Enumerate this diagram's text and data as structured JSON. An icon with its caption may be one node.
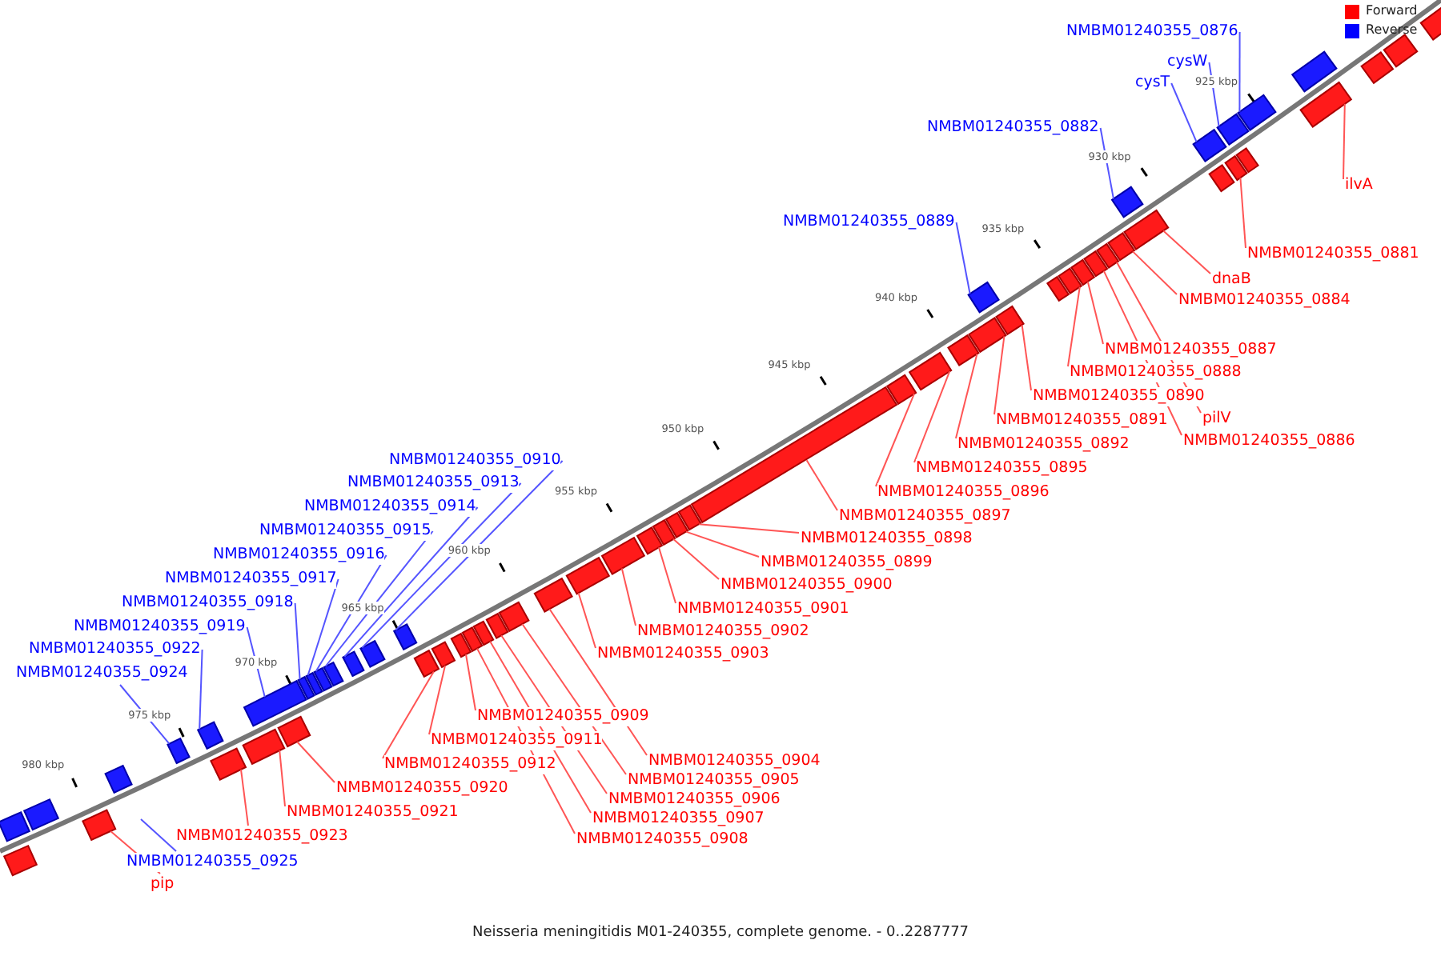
{
  "diagram": {
    "caption": "Neisseria meningitidis M01-240355, complete genome. - 0..2287777",
    "nodes": [
      {
        "text": [
          "NMBM01240355_0876"
        ]
      },
      {
        "text": [
          "cysW"
        ]
      },
      {
        "text": [
          "cysT"
        ]
      },
      {
        "text": [
          "NMBM01240355_0882"
        ]
      },
      {
        "text": [
          "ilvA"
        ]
      },
      {
        "text": [
          "NMBM01240355_0889"
        ]
      },
      {
        "text": [
          "NMBM01240355_0881"
        ]
      },
      {
        "text": [
          "dnaB"
        ]
      },
      {
        "text": [
          "NMBM01240355_0884"
        ]
      },
      {
        "text": [
          "NMBM01240355_0887"
        ]
      },
      {
        "text": [
          "NMBM01240355_0888"
        ]
      },
      {
        "text": [
          "NMBM01240355_0890"
        ]
      },
      {
        "text": [
          "NMBM01240355_0891"
        ]
      },
      {
        "text": [
          "pilV"
        ]
      },
      {
        "text": [
          "NMBM01240355_0886"
        ]
      },
      {
        "text": [
          "NMBM01240355_0892"
        ]
      },
      {
        "text": [
          "NMBM01240355_0910"
        ]
      },
      {
        "text": [
          "NMBM01240355_0895"
        ]
      },
      {
        "text": [
          "NMBM01240355_0913"
        ]
      },
      {
        "text": [
          "NMBM01240355_0896"
        ]
      },
      {
        "text": [
          "NMBM01240355_0914"
        ]
      },
      {
        "text": [
          "NMBM01240355_0897"
        ]
      },
      {
        "text": [
          "NMBM01240355_0915"
        ]
      },
      {
        "text": [
          "NMBM01240355_0898"
        ]
      },
      {
        "text": [
          "NMBM01240355_0916"
        ]
      },
      {
        "text": [
          "NMBM01240355_0899"
        ]
      },
      {
        "text": [
          "NMBM01240355_0917"
        ]
      },
      {
        "text": [
          "NMBM01240355_0900"
        ]
      },
      {
        "text": [
          "NMBM01240355_0918"
        ]
      },
      {
        "text": [
          "NMBM01240355_0901"
        ]
      },
      {
        "text": [
          "NMBM01240355_0919"
        ]
      },
      {
        "text": [
          "NMBM01240355_0902"
        ]
      },
      {
        "text": [
          "NMBM01240355_0922"
        ]
      },
      {
        "text": [
          "NMBM01240355_0903"
        ]
      },
      {
        "text": [
          "NMBM01240355_0924"
        ]
      },
      {
        "text": [
          "NMBM01240355_0909"
        ]
      },
      {
        "text": [
          "NMBM01240355_0911"
        ]
      },
      {
        "text": [
          "NMBM01240355_0904"
        ]
      },
      {
        "text": [
          "NMBM01240355_0912"
        ]
      },
      {
        "text": [
          "NMBM01240355_0905"
        ]
      },
      {
        "text": [
          "NMBM01240355_0920"
        ]
      },
      {
        "text": [
          "NMBM01240355_0906"
        ]
      },
      {
        "text": [
          "NMBM01240355_0921"
        ]
      },
      {
        "text": [
          "NMBM01240355_0907"
        ]
      },
      {
        "text": [
          "NMBM01240355_0923"
        ]
      },
      {
        "text": [
          "NMBM01240355_0908"
        ]
      },
      {
        "text": [
          "NMBM01240355_0925"
        ]
      },
      {
        "text": [
          "pip"
        ]
      },
      {
        "text": [],
        "shape": "box"
      },
      {
        "text": [],
        "shape": "box"
      },
      {
        "text": [],
        "shape": "box"
      },
      {
        "text": [],
        "shape": "box"
      },
      {
        "text": [],
        "shape": "box"
      },
      {
        "text": [],
        "shape": "box"
      },
      {
        "text": [],
        "shape": "box"
      },
      {
        "text": [],
        "shape": "box"
      },
      {
        "text": [],
        "shape": "box"
      },
      {
        "text": [],
        "shape": "box"
      },
      {
        "text": [],
        "shape": "box"
      },
      {
        "text": [],
        "shape": "box"
      },
      {
        "text": [],
        "shape": "box"
      },
      {
        "text": [],
        "shape": "box"
      },
      {
        "text": [],
        "shape": "box"
      },
      {
        "text": [],
        "shape": "box"
      },
      {
        "text": [],
        "shape": "box"
      },
      {
        "text": [],
        "shape": "box"
      },
      {
        "text": [],
        "shape": "box"
      },
      {
        "text": [],
        "shape": "box"
      },
      {
        "text": [],
        "shape": "box"
      },
      {
        "text": [],
        "shape": "box"
      },
      {
        "text": [],
        "shape": "box"
      },
      {
        "text": [],
        "shape": "box"
      },
      {
        "text": [],
        "shape": "box"
      },
      {
        "text": [],
        "shape": "box"
      },
      {
        "text": [],
        "shape": "box"
      },
      {
        "text": [],
        "shape": "box"
      },
      {
        "text": [],
        "shape": "box"
      },
      {
        "text": [],
        "shape": "box"
      },
      {
        "text": [],
        "shape": "box"
      },
      {
        "text": [],
        "shape": "box"
      },
      {
        "text": [],
        "shape": "box"
      },
      {
        "text": [],
        "shape": "box"
      },
      {
        "text": [],
        "shape": "box"
      },
      {
        "text": [],
        "shape": "box"
      },
      {
        "text": [],
        "shape": "box"
      },
      {
        "text": [],
        "shape": "box"
      },
      {
        "text": [],
        "shape": "box"
      },
      {
        "text": [],
        "shape": "box"
      },
      {
        "text": [],
        "shape": "box"
      },
      {
        "text": [],
        "shape": "box"
      },
      {
        "text": [],
        "shape": "box"
      },
      {
        "text": [],
        "shape": "box"
      },
      {
        "text": [],
        "shape": "box"
      },
      {
        "text": [],
        "shape": "box"
      },
      {
        "text": [],
        "shape": "box"
      },
      {
        "text": [],
        "shape": "box"
      },
      {
        "text": [],
        "shape": "box"
      },
      {
        "text": [],
        "shape": "box"
      },
      {
        "text": [],
        "shape": "box"
      },
      {
        "text": [],
        "shape": "box"
      },
      {
        "text": [],
        "shape": "box"
      },
      {
        "text": [],
        "shape": "box"
      },
      {
        "text": [],
        "shape": "box"
      },
      {
        "text": [],
        "shape": "box"
      },
      {
        "text": [],
        "shape": "box"
      },
      {
        "text": [],
        "shape": "box"
      }
    ],
    "edges": [
      {
        "from": 0,
        "to": 49,
        "arrow": "none",
        "color": "#5555ff"
      },
      {
        "from": 1,
        "to": 50,
        "arrow": "none",
        "color": "#5555ff"
      },
      {
        "from": 2,
        "to": 52,
        "arrow": "none",
        "color": "#5555ff"
      },
      {
        "from": 3,
        "to": 53,
        "arrow": "none",
        "color": "#5555ff"
      },
      {
        "from": 4,
        "to": 48,
        "arrow": "none"
      },
      {
        "from": 5,
        "to": 61,
        "arrow": "none",
        "color": "#5555ff"
      },
      {
        "from": 6,
        "to": 51,
        "arrow": "none"
      },
      {
        "from": 7,
        "to": 54,
        "arrow": "none"
      },
      {
        "from": 8,
        "to": 55,
        "arrow": "none"
      },
      {
        "from": 9,
        "to": 58,
        "arrow": "none"
      },
      {
        "from": 10,
        "to": 59,
        "arrow": "none"
      },
      {
        "from": 11,
        "to": 60,
        "arrow": "none"
      },
      {
        "from": 12,
        "to": 62,
        "arrow": "none"
      },
      {
        "from": 13,
        "to": 56,
        "arrow": "none"
      },
      {
        "from": 14,
        "to": 57,
        "arrow": "none"
      },
      {
        "from": 15,
        "to": 63,
        "arrow": "none"
      },
      {
        "from": 16,
        "to": 81,
        "arrow": "none",
        "color": "#5555ff"
      },
      {
        "from": 17,
        "to": 64,
        "arrow": "none"
      },
      {
        "from": 18,
        "to": 82,
        "arrow": "none",
        "color": "#5555ff"
      },
      {
        "from": 19,
        "to": 65,
        "arrow": "none"
      },
      {
        "from": 20,
        "to": 83,
        "arrow": "none",
        "color": "#5555ff"
      },
      {
        "from": 21,
        "to": 66,
        "arrow": "none"
      },
      {
        "from": 22,
        "to": 84,
        "arrow": "none",
        "color": "#5555ff"
      },
      {
        "from": 23,
        "to": 67,
        "arrow": "none"
      },
      {
        "from": 24,
        "to": 85,
        "arrow": "none",
        "color": "#5555ff"
      },
      {
        "from": 25,
        "to": 68,
        "arrow": "none"
      },
      {
        "from": 26,
        "to": 86,
        "arrow": "none",
        "color": "#5555ff"
      },
      {
        "from": 27,
        "to": 69,
        "arrow": "none"
      },
      {
        "from": 28,
        "to": 87,
        "arrow": "none",
        "color": "#5555ff"
      },
      {
        "from": 29,
        "to": 70,
        "arrow": "none"
      },
      {
        "from": 30,
        "to": 89,
        "arrow": "none",
        "color": "#5555ff"
      },
      {
        "from": 31,
        "to": 71,
        "arrow": "none"
      },
      {
        "from": 32,
        "to": 91,
        "arrow": "none",
        "color": "#5555ff"
      },
      {
        "from": 33,
        "to": 72,
        "arrow": "none"
      },
      {
        "from": 34,
        "to": 93,
        "arrow": "none",
        "color": "#5555ff"
      },
      {
        "from": 35,
        "to": 78,
        "arrow": "none"
      },
      {
        "from": 36,
        "to": 79,
        "arrow": "none"
      },
      {
        "from": 37,
        "to": 73,
        "arrow": "none"
      },
      {
        "from": 38,
        "to": 80,
        "arrow": "none"
      },
      {
        "from": 39,
        "to": 74,
        "arrow": "none"
      },
      {
        "from": 40,
        "to": 88,
        "arrow": "none"
      },
      {
        "from": 41,
        "to": 75,
        "arrow": "none"
      },
      {
        "from": 42,
        "to": 90,
        "arrow": "none"
      },
      {
        "from": 43,
        "to": 76,
        "arrow": "none"
      },
      {
        "from": 44,
        "to": 92,
        "arrow": "none"
      },
      {
        "from": 45,
        "to": 77,
        "arrow": "none"
      },
      {
        "from": 46,
        "to": null,
        "arrow": "none",
        "color": "#5555ff"
      },
      {
        "from": 47,
        "to": 94,
        "arrow": "none"
      }
    ],
    "labels": [
      "925 kbp",
      "930 kbp",
      "935 kbp",
      "940 kbp",
      "945 kbp",
      "950 kbp",
      "955 kbp",
      "960 kbp",
      "965 kbp",
      "970 kbp",
      "975 kbp",
      "980 kbp"
    ],
    "legend": [
      {
        "text": "Forward",
        "color": "#ff0000"
      },
      {
        "text": "Reverse",
        "color": "#0000ff"
      }
    ]
  }
}
